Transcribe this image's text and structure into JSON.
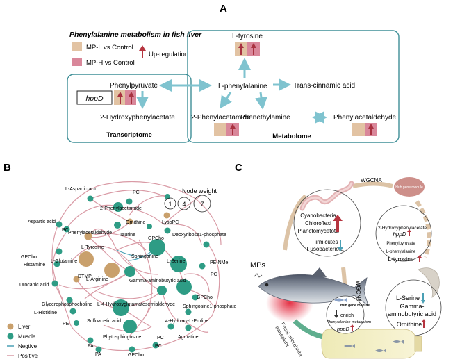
{
  "panelA": {
    "letter": "A",
    "legend": {
      "title": "Phenylalanine metabolism in fish liver",
      "items": [
        {
          "label": "MP-L vs Control",
          "color": "#e2c3a3"
        },
        {
          "label": "MP-H vs Control",
          "color": "#d9879a"
        }
      ],
      "upregulation": "Up-regulation"
    },
    "transcriptome": {
      "title": "Transcriptome",
      "gene": "hppD",
      "nodes": [
        "Phenylpyruvate",
        "2-Hydroxyphenylacetate"
      ]
    },
    "metabolome": {
      "title": "Metabolome",
      "nodes": [
        "L-tyrosine",
        "L-phenylalanine",
        "Trans-cinnamic acid",
        "2-Phenylacetamide",
        "Phenethylamine",
        "Phenylacetaldehyde"
      ]
    }
  },
  "panelB": {
    "letter": "B",
    "node_weight_title": "Node weight",
    "node_weights": [
      "1",
      "4",
      "7"
    ],
    "labels": [
      "L-Aspartic acid",
      "PC",
      "2-Phenylacetamide",
      "Aspartic acid",
      "PC",
      "Ornithine",
      "Phenylacetaldehyde",
      "Taurine",
      "LysoPC",
      "Deoxyribose1-phosphate",
      "GPCho",
      "L-Tyrosine",
      "GPCho",
      "L-Glutamine",
      "L-Serine",
      "Histamine",
      "Sphinganine",
      "PE-NMe",
      "DTMP",
      "PC",
      "Urocanic acid",
      "L-Arginine",
      "Gamma-aminobutyric acid",
      "Glycerophosphocholine",
      "L-Histidine",
      "L-4-Hydroxyglutamatesemialdehyde",
      "GPCho",
      "Sphingosine1-phosphate",
      "PE",
      "Sulfoacetic acid",
      "4-Hydroxy-L-Proline",
      "Phytosphingosine",
      "PC",
      "Agmatine",
      "PA",
      "PC",
      "PA",
      "GPCho"
    ],
    "legend": [
      {
        "label": "Liver",
        "color": "#c9a06c"
      },
      {
        "label": "Muscle",
        "color": "#2e9c85"
      },
      {
        "label": "Negtive",
        "color": "#4aa0b5"
      },
      {
        "label": "Positive",
        "color": "#d99aa5"
      }
    ]
  },
  "panelC": {
    "letter": "C",
    "mps": "MPs",
    "wgcna_top": "WGCNA",
    "wgcna_side": "WGCNA",
    "bacteria_up": [
      "Cyanobacteria",
      "Chloroflexi",
      "Planctomycetota"
    ],
    "bacteria_down": [
      "Firmicutes",
      "Fusobacteriota"
    ],
    "hub_title": "Hub gene module",
    "hub_items": [
      "2-Hydroxyphenylacetate",
      "hppD",
      "Phenylpyruvate",
      "L-phenylalanine",
      "L-tyrosine"
    ],
    "outcomes": [
      "L-Serine",
      "Gamma-",
      "aminobutyric acid",
      "Ornithine"
    ],
    "fecal_line1": "Fecal microbiota",
    "fecal_line2": "transplant",
    "bottle_hub": "Hub gene module",
    "bottle_enrich": "enrich",
    "bottle_pathway": "Phenylalanine metabolism",
    "bottle_gene": "hppD"
  }
}
